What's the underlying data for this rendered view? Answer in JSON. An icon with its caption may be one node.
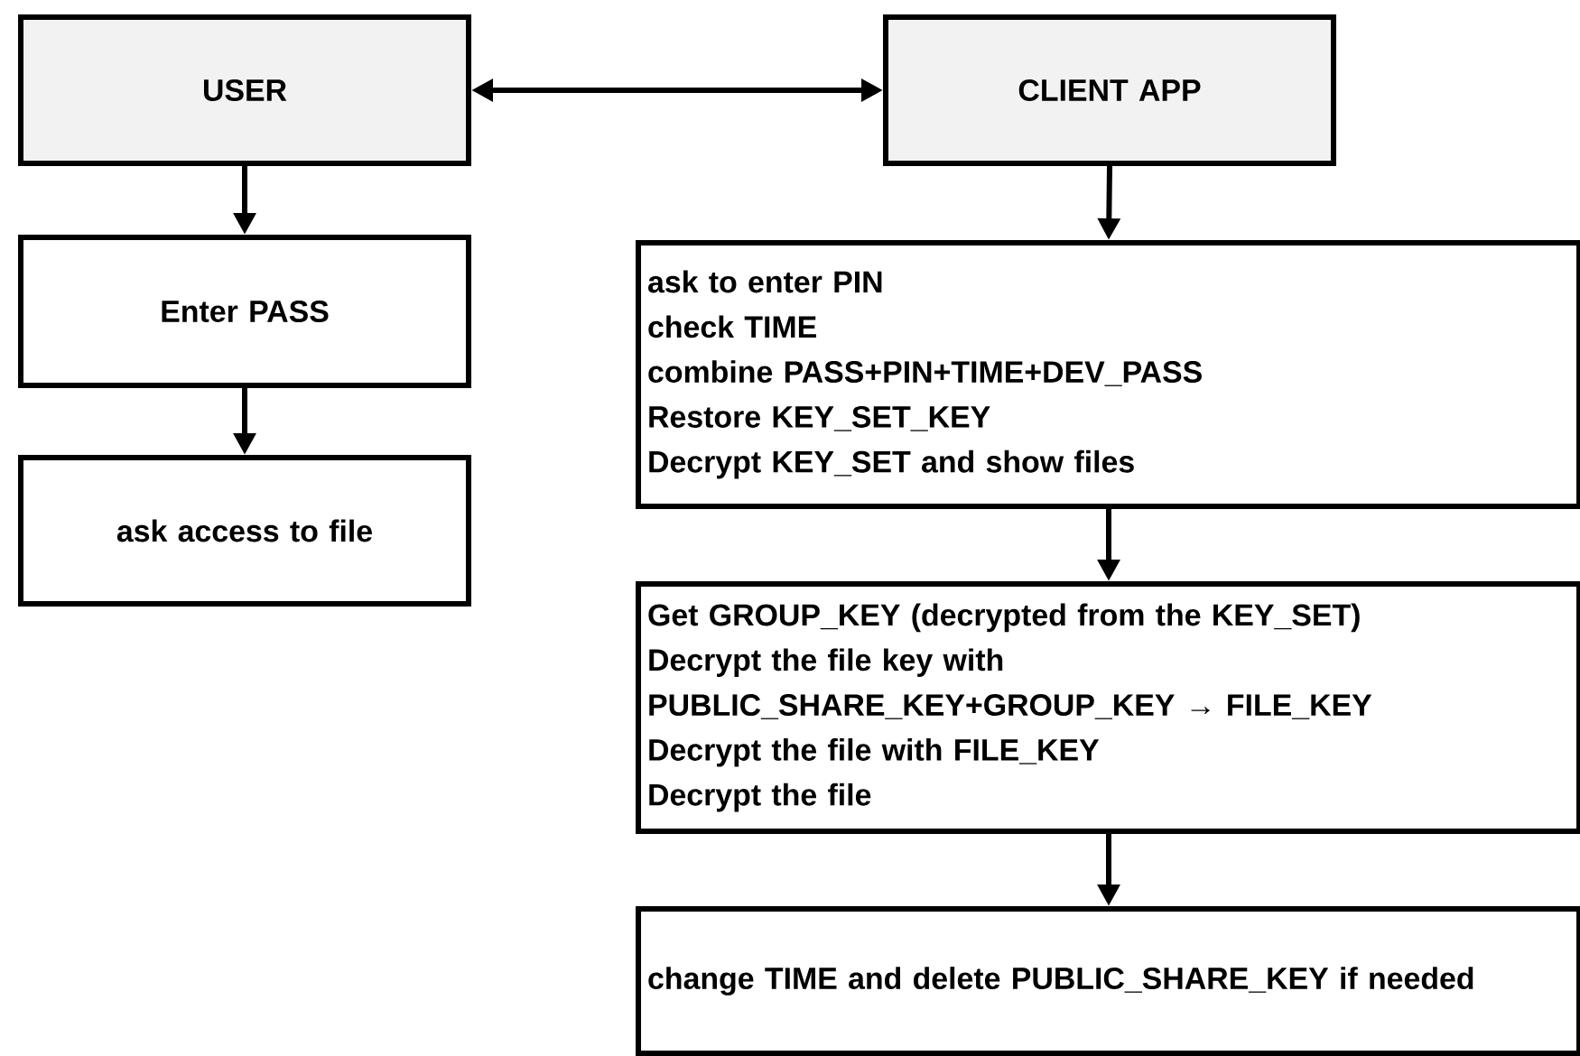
{
  "diagram": {
    "nodes": [
      {
        "text": [
          "USER"
        ]
      },
      {
        "text": [
          "CLIENT APP"
        ]
      },
      {
        "text": [
          "Enter PASS"
        ]
      },
      {
        "text": [
          "ask access to file"
        ]
      },
      {
        "text": [
          "ask to enter PIN",
          "check TIME",
          "combine PASS+PIN+TIME+DEV_PASS",
          "Restore KEY_SET_KEY",
          "Decrypt KEY_SET and show files"
        ]
      },
      {
        "text": [
          "Get GROUP_KEY (decrypted from the KEY_SET)",
          "Decrypt the file key with",
          "PUBLIC_SHARE_KEY+GROUP_KEY → FILE_KEY",
          "Decrypt the file with FILE_KEY",
          "Decrypt the file"
        ]
      },
      {
        "text": [
          "change TIME and delete PUBLIC_SHARE_KEY if needed"
        ]
      }
    ],
    "edges": [
      {
        "from": 0,
        "to": 1,
        "arrow": "both"
      },
      {
        "from": 0,
        "to": 2,
        "arrow": "to"
      },
      {
        "from": 2,
        "to": 3,
        "arrow": "to"
      },
      {
        "from": 1,
        "to": 4,
        "arrow": "to"
      },
      {
        "from": 4,
        "to": 5,
        "arrow": "to"
      },
      {
        "from": 5,
        "to": 6,
        "arrow": "to"
      }
    ]
  }
}
